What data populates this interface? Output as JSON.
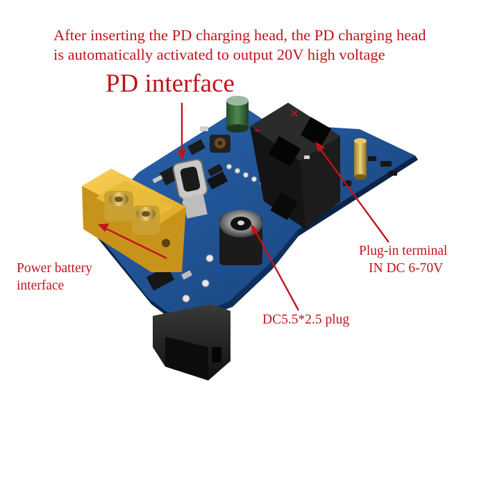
{
  "image": {
    "subject": "blue PCB power board with XT60 battery connector, USB-C PD port, DC barrel jack and screw terminal block",
    "background_color": "#ffffff",
    "annotation_color": "#c0141c",
    "board_color": "#1f4f8f",
    "connector_color": "#f2c438"
  },
  "caption": {
    "line1": "After inserting the PD charging head, the PD charging head",
    "line2": "is automatically activated to output 20V high voltage"
  },
  "labels": {
    "pd_interface": "PD interface",
    "power_battery_line1": "Power battery",
    "power_battery_line2": "interface",
    "terminal_line1": "Plug-in terminal",
    "terminal_line2": "IN DC 6-70V",
    "dc_plug": "DC5.5*2.5 plug"
  },
  "silkscreen": {
    "minus": "-",
    "plus": "+"
  }
}
